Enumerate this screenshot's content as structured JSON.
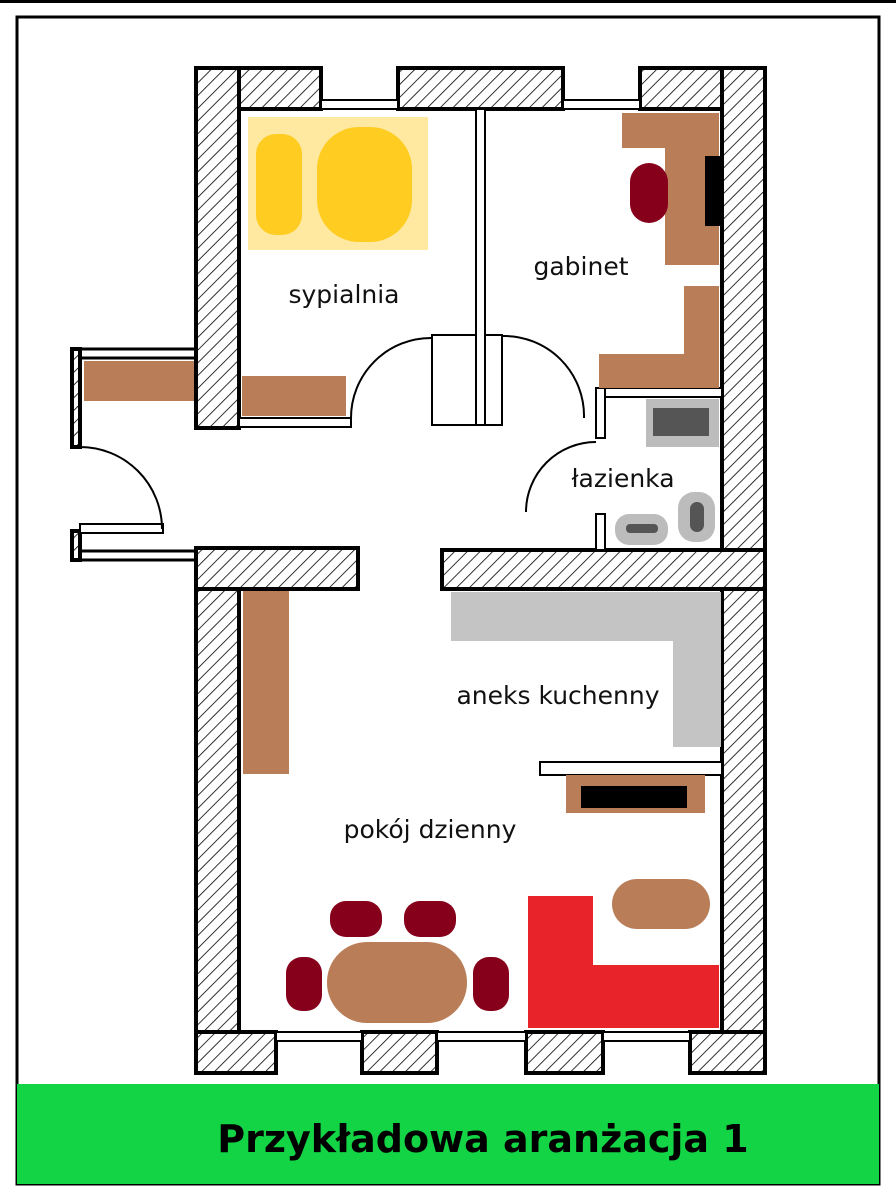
{
  "labels": {
    "bedroom": "sypialnia",
    "office": "gabinet",
    "bathroom": "łazienka",
    "kitchen": "aneks kuchenny",
    "living_room": "pokój dzienny"
  },
  "banner": {
    "text": "Przykładowa aranżacja 1"
  },
  "colors": {
    "wall_outline": "#000000",
    "wood_furniture": "#b97d58",
    "bed": "#ffcc22",
    "bed_background": "#ffe9a0",
    "chair": "#86001c",
    "sofa": "#e8232a",
    "kitchen_counter": "#c4c4c4",
    "bathroom_fixture": "#bcbcbc",
    "banner": "#12d444"
  }
}
